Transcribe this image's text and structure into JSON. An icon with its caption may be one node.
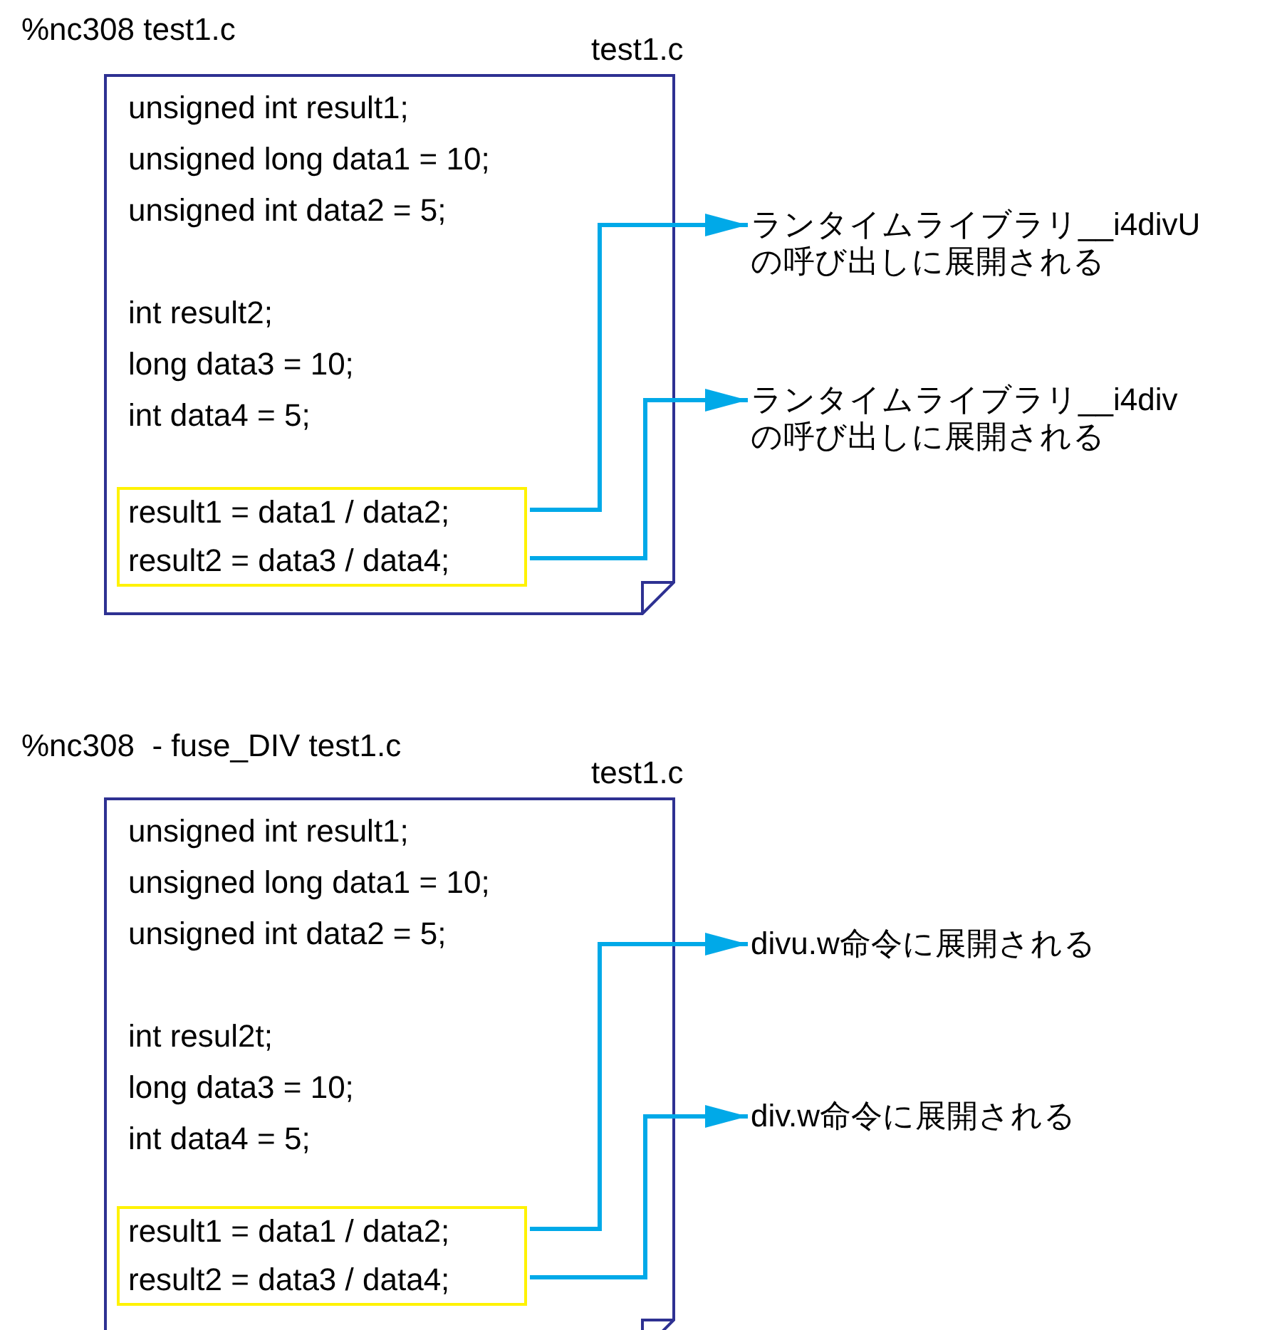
{
  "diagram": {
    "nodes": [
      {
        "text": [
          "test1.c",
          "unsigned int result1;",
          "unsigned long data1 = 10;",
          "unsigned int data2 = 5;",
          "int result2;",
          "long data3 = 10;",
          "int data4 = 5;"
        ]
      },
      {
        "text": [
          "result1 = data1 / data2;",
          "result2 = data3 / data4;"
        ],
        "in": 0
      },
      {
        "text": [
          "ランタイムライブラリ__i4divUの呼び出しに展開される"
        ]
      },
      {
        "text": [
          "ランタイムライブラリ__i4divの呼び出しに展開される"
        ]
      },
      {
        "text": [
          "test1.c",
          "unsigned int result1;",
          "unsigned long data1 = 10;",
          "unsigned int data2 = 5;",
          "int resul2t;",
          "long data3 = 10;",
          "int data4 = 5;"
        ]
      },
      {
        "text": [
          "result1 = data1 / data2;",
          "result2 = data3 / data4;"
        ],
        "in": 4
      },
      {
        "text": [
          "divu.w命令に展開される"
        ]
      },
      {
        "text": [
          "div.w命令に展開される"
        ]
      }
    ],
    "edges": [
      {
        "from": 1,
        "to": 2,
        "arrow": "to"
      },
      {
        "from": 1,
        "to": 3,
        "arrow": "to"
      },
      {
        "from": 5,
        "to": 6,
        "arrow": "to"
      },
      {
        "from": 5,
        "to": 7,
        "arrow": "to"
      }
    ],
    "labels": [
      "%nc308 test1.c",
      "%nc308  - fuse_DIV test1.c"
    ]
  }
}
